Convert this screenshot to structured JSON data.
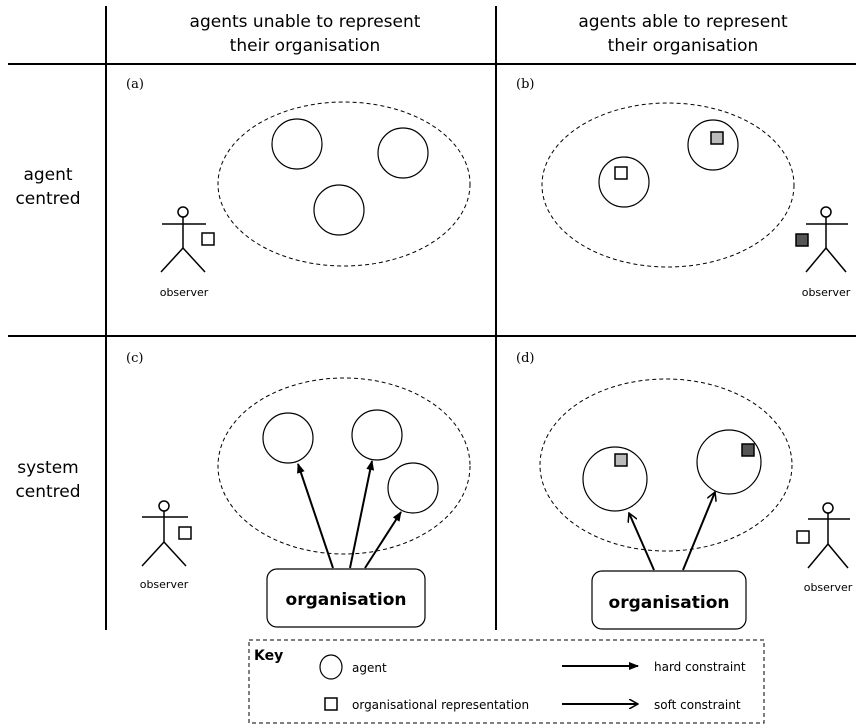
{
  "headers": {
    "col1_line1": "agents unable to represent",
    "col1_line2": "their organisation",
    "col2_line1": "agents able to represent",
    "col2_line2": "their organisation",
    "row1_line1": "agent",
    "row1_line2": "centred",
    "row2_line1": "system",
    "row2_line2": "centred"
  },
  "panels": {
    "a": {
      "label": "(a)",
      "observer": "observer"
    },
    "b": {
      "label": "(b)",
      "observer": "observer"
    },
    "c": {
      "label": "(c)",
      "observer": "observer",
      "organisation": "organisation"
    },
    "d": {
      "label": "(d)",
      "observer": "observer",
      "organisation": "organisation"
    }
  },
  "key": {
    "title": "Key",
    "agent": "agent",
    "org_representation": "organisational representation",
    "hard_constraint": "hard constraint",
    "soft_constraint": "soft constraint"
  },
  "colors": {
    "light_square": "#bbbbbb",
    "dark_square": "#555555",
    "line": "#000000"
  }
}
